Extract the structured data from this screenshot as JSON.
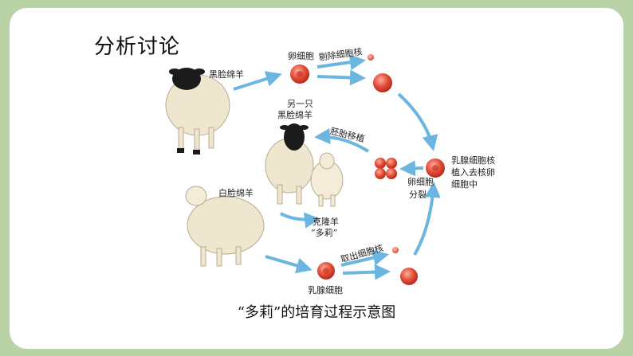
{
  "title": "分析讨论",
  "caption": "“多莉”的培育过程示意图",
  "labels": {
    "black_sheep": "黑脸绵羊",
    "egg_cell": "卵细胞",
    "remove_nucleus": "剔除细胞核",
    "another_black_sheep_1": "另一只",
    "another_black_sheep_2": "黑脸绵羊",
    "embryo_transfer": "胚胎移植",
    "white_sheep": "白脸绵羊",
    "clone_sheep_1": "克隆羊",
    "clone_sheep_2": "“多莉”",
    "mammary_cell": "乳腺细胞",
    "extract_nucleus": "取出细胞核",
    "egg_division_1": "卵细胞",
    "egg_division_2": "分裂",
    "nucleus_implant_1": "乳腺细胞核",
    "nucleus_implant_2": "植入去核卵",
    "nucleus_implant_3": "细胞中"
  },
  "colors": {
    "page_bg": "#b9d3a6",
    "arrow": "#6bb6e0",
    "cell": "#d93a2a",
    "wool": "#efe6cf",
    "black_face": "#1b1b1b"
  }
}
